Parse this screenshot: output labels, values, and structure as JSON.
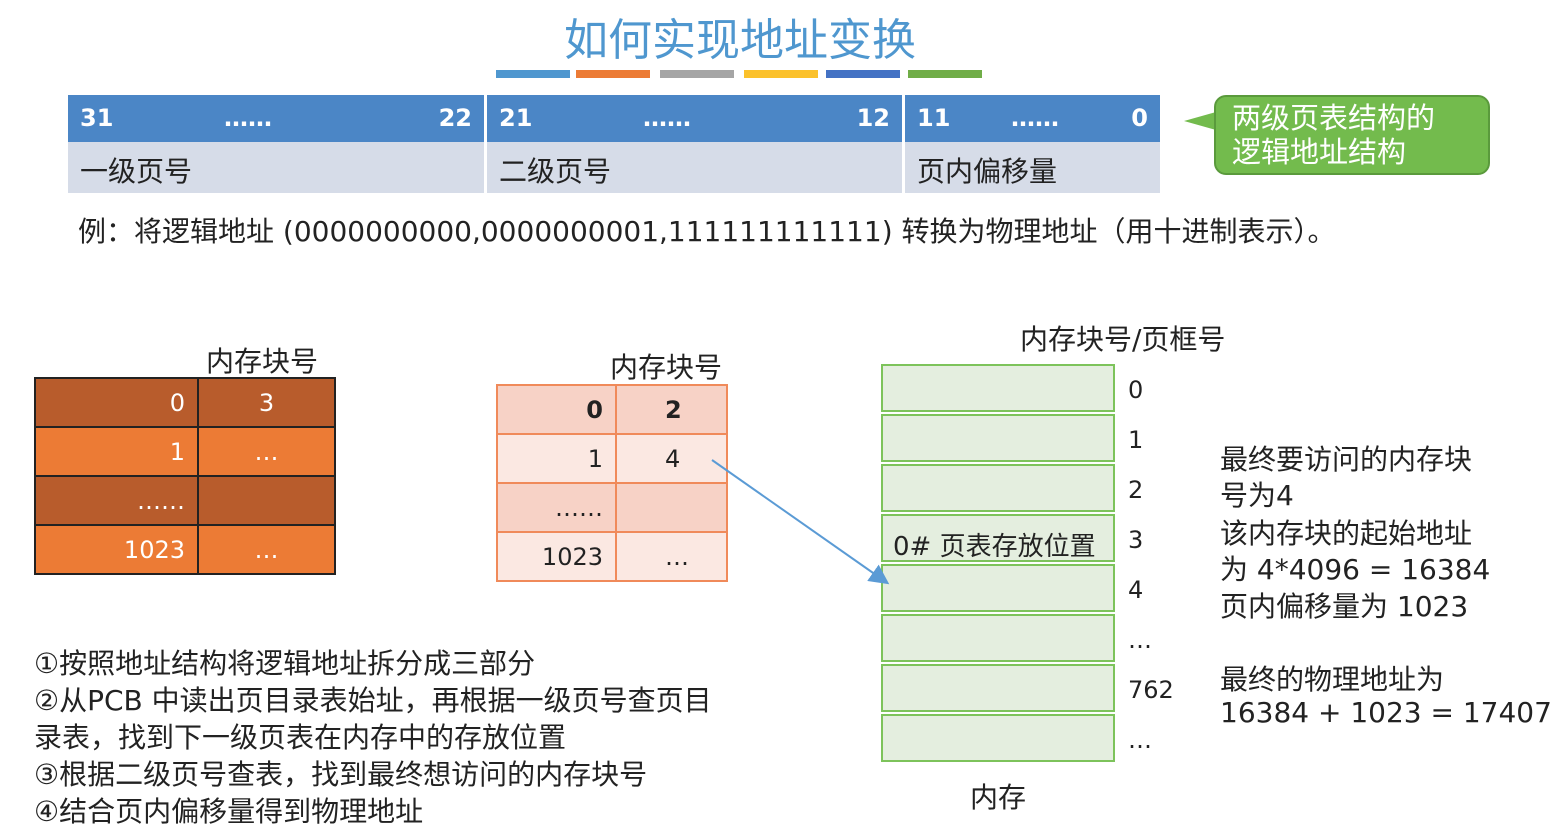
{
  "title": "如何实现地址变换",
  "stripe_colors": [
    "#4f97cf",
    "#ec7b35",
    "#a5a5a5",
    "#fbc12b",
    "#4472c4",
    "#70ad47"
  ],
  "logical_address": {
    "segments": [
      {
        "high": "31",
        "dots": "……",
        "low": "22",
        "name": "一级页号"
      },
      {
        "high": "21",
        "dots": "……",
        "low": "12",
        "name": "二级页号"
      },
      {
        "high": "11",
        "dots": "……",
        "low": "0",
        "name": "页内偏移量"
      }
    ],
    "callout": [
      "两级页表结构的",
      "逻辑地址结构"
    ]
  },
  "example_text": "例：将逻辑地址 (0000000000,0000000001,111111111111) 转换为物理地址（用十进制表示）。",
  "page_directory": {
    "header": "内存块号",
    "rows": [
      {
        "index": "0",
        "value": "3"
      },
      {
        "index": "1",
        "value": "…"
      },
      {
        "index": "……",
        "value": ""
      },
      {
        "index": "1023",
        "value": "…"
      }
    ],
    "colors": {
      "dark": "#b85c2c",
      "light": "#ec7b35"
    }
  },
  "page_table": {
    "header": "内存块号",
    "rows": [
      {
        "index": "0",
        "value": "2"
      },
      {
        "index": "1",
        "value": "4"
      },
      {
        "index": "……",
        "value": ""
      },
      {
        "index": "1023",
        "value": "…"
      }
    ],
    "colors": {
      "dark": "#f7d2c6",
      "light": "#fbe8e2"
    }
  },
  "memory": {
    "header": "内存块号/页框号",
    "footer": "内存",
    "block_label": "0# 页表存放位置",
    "numbers": [
      "0",
      "1",
      "2",
      "3",
      "4",
      "…",
      "762",
      "…"
    ]
  },
  "steps": [
    "①按照地址结构将逻辑地址拆分成三部分",
    "②从PCB 中读出页目录表始址，再根据一级页号查页目",
    "录表，找到下一级页表在内存中的存放位置",
    "③根据二级页号查表，找到最终想访问的内存块号",
    "④结合页内偏移量得到物理地址"
  ],
  "right_notes": [
    "最终要访问的内存块",
    "号为4",
    "该内存块的起始地址",
    "为 4*4096 = 16384",
    "页内偏移量为 1023",
    "最终的物理地址为",
    "16384 + 1023 = 17407"
  ]
}
